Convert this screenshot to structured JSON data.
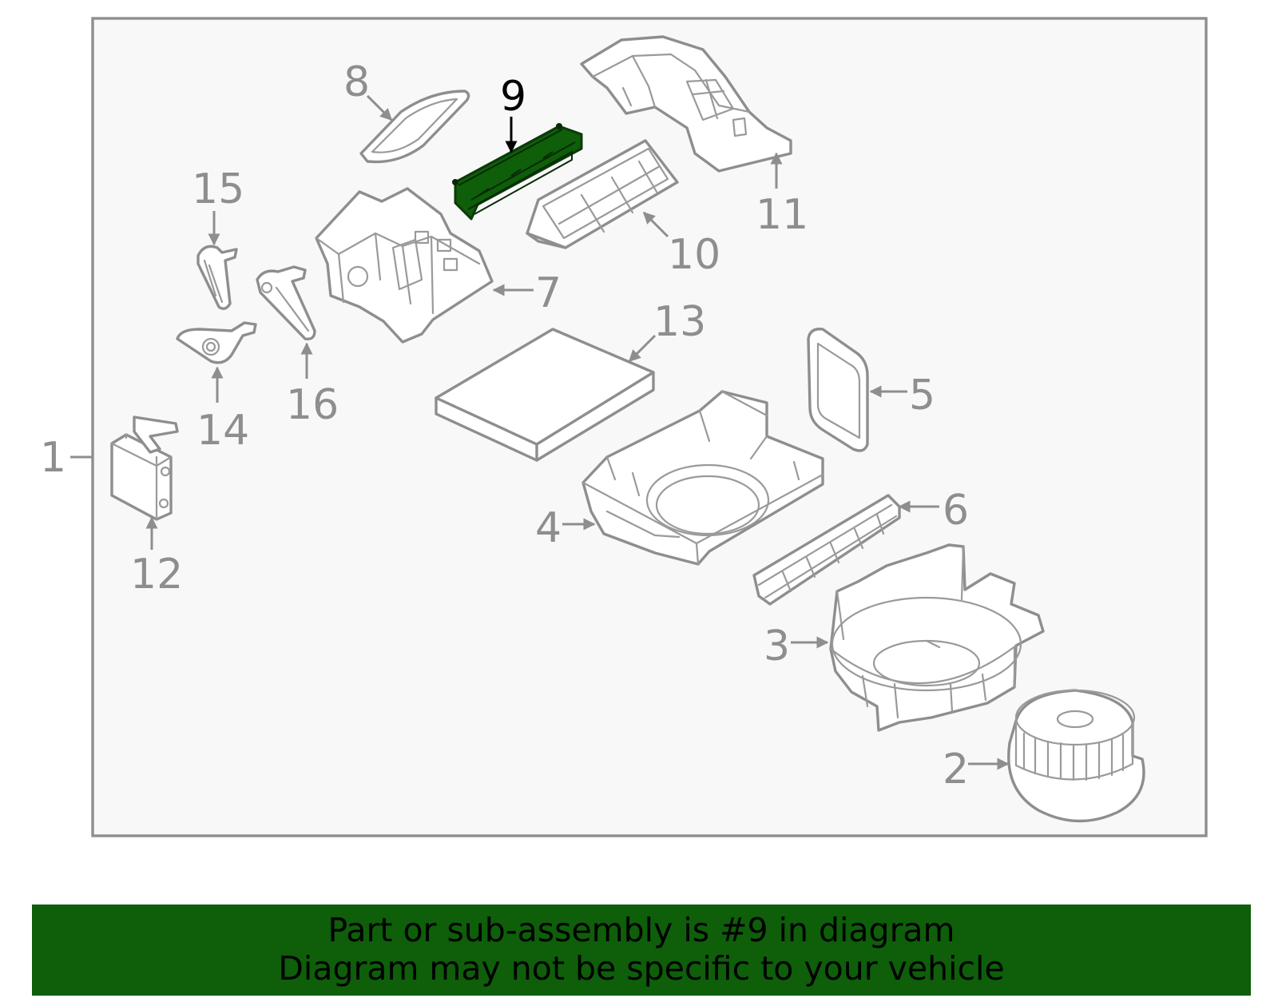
{
  "callouts": {
    "c1": "1",
    "c2": "2",
    "c3": "3",
    "c4": "4",
    "c5": "5",
    "c6": "6",
    "c7": "7",
    "c8": "8",
    "c9": "9",
    "c10": "10",
    "c11": "11",
    "c12": "12",
    "c13": "13",
    "c14": "14",
    "c15": "15",
    "c16": "16"
  },
  "highlight": {
    "part_number": "9",
    "color": "#0e5e0a"
  },
  "banner": {
    "line1": "Part or sub-assembly is #9 in diagram",
    "line2": "Diagram may not be specific to your vehicle"
  },
  "colors": {
    "line_art": "#8e8e8e",
    "panel_bg": "#f8f8f8",
    "banner_bg": "#0e5e0a"
  }
}
